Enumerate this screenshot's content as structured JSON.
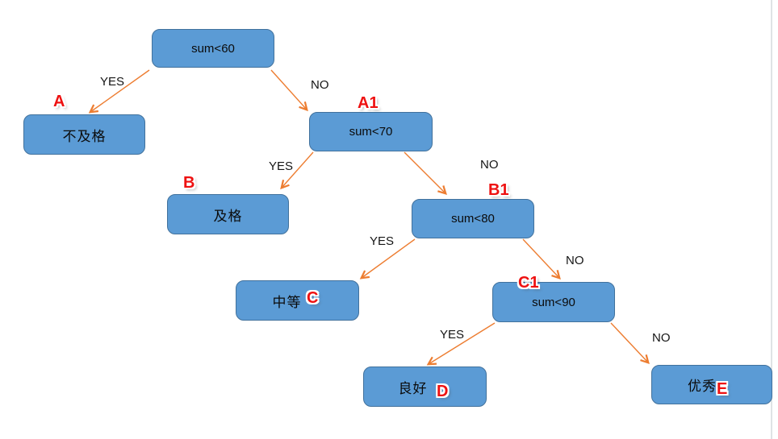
{
  "diagram": {
    "type": "decision-tree",
    "language": "zh-CN / en",
    "colors": {
      "node_fill": "#5B9BD5",
      "node_border": "#41719C",
      "arrow": "#ED7D31",
      "tag_red": "#EE1111",
      "text": "#0B0B0B",
      "page_edge_line": "#DFE3E5"
    },
    "nodes": [
      {
        "id": "root",
        "label": "sum<60",
        "tag": ""
      },
      {
        "id": "A",
        "label": "不及格",
        "tag": "A"
      },
      {
        "id": "A1",
        "label": "sum<70",
        "tag": "A1"
      },
      {
        "id": "B",
        "label": "及格",
        "tag": "B"
      },
      {
        "id": "B1",
        "label": "sum<80",
        "tag": "B1"
      },
      {
        "id": "C",
        "label": "中等",
        "tag": "C"
      },
      {
        "id": "C1",
        "label": "sum<90",
        "tag": "C1"
      },
      {
        "id": "D",
        "label": "良好",
        "tag": "D"
      },
      {
        "id": "E",
        "label": "优秀",
        "tag": "E"
      }
    ],
    "edges": [
      {
        "from": "sum<60",
        "to": "不及格",
        "label": "YES"
      },
      {
        "from": "sum<60",
        "to": "sum<70",
        "label": "NO"
      },
      {
        "from": "sum<70",
        "to": "及格",
        "label": "YES"
      },
      {
        "from": "sum<70",
        "to": "sum<80",
        "label": "NO"
      },
      {
        "from": "sum<80",
        "to": "中等",
        "label": "YES"
      },
      {
        "from": "sum<80",
        "to": "sum<90",
        "label": "NO"
      },
      {
        "from": "sum<90",
        "to": "良好",
        "label": "YES"
      },
      {
        "from": "sum<90",
        "to": "优秀",
        "label": "NO"
      }
    ]
  }
}
